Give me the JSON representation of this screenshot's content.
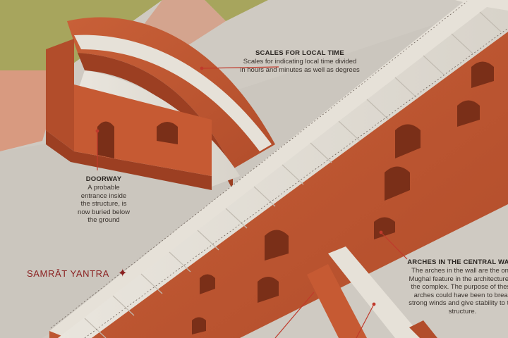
{
  "title": "SAMRĀT YANTRA",
  "callouts": {
    "scales": {
      "heading": "SCALES FOR LOCAL TIME",
      "body": "Scales for indicating local time divided in hours and minutes as well as degrees"
    },
    "doorway": {
      "heading": "DOORWAY",
      "body": "A probable entrance inside the structure, is now buried below the ground"
    },
    "arches": {
      "heading": "ARCHES IN THE CENTRAL WALL",
      "body": "The arches in the wall are the only Mughal feature in the architecture of the complex. The purpose of these arches could have been to break strong winds and give stability to the structure."
    }
  },
  "colors": {
    "sandstone": "#c65a33",
    "sandstone_dark": "#9c3f22",
    "stone": "#e6e1d8",
    "ground": "#cfcac2",
    "grass": "#a7a55d",
    "title": "#8a1f1f"
  }
}
